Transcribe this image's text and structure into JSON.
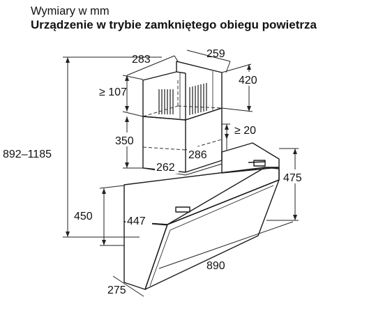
{
  "header": {
    "units_label": "Wymiary w mm",
    "title": "Urządzenie w trybie zamkniętego obiegu powietrza"
  },
  "dimensions": {
    "overall_height": "892–1185",
    "chimney_top_width": "283",
    "chimney_top_depth": "259",
    "top_clearance": "≥ 107",
    "upper_chimney_height": "420",
    "lower_chimney_height": "350",
    "min_gap": "≥ 20",
    "chimney_width": "262",
    "chimney_depth": "286",
    "hood_height": "475",
    "hood_bottom_height": "450",
    "hood_depth": "447",
    "hood_width": "890",
    "base_depth": "275"
  },
  "colors": {
    "line": "#1a1a1a",
    "dimension": "#222222",
    "dashed": "#333333"
  }
}
